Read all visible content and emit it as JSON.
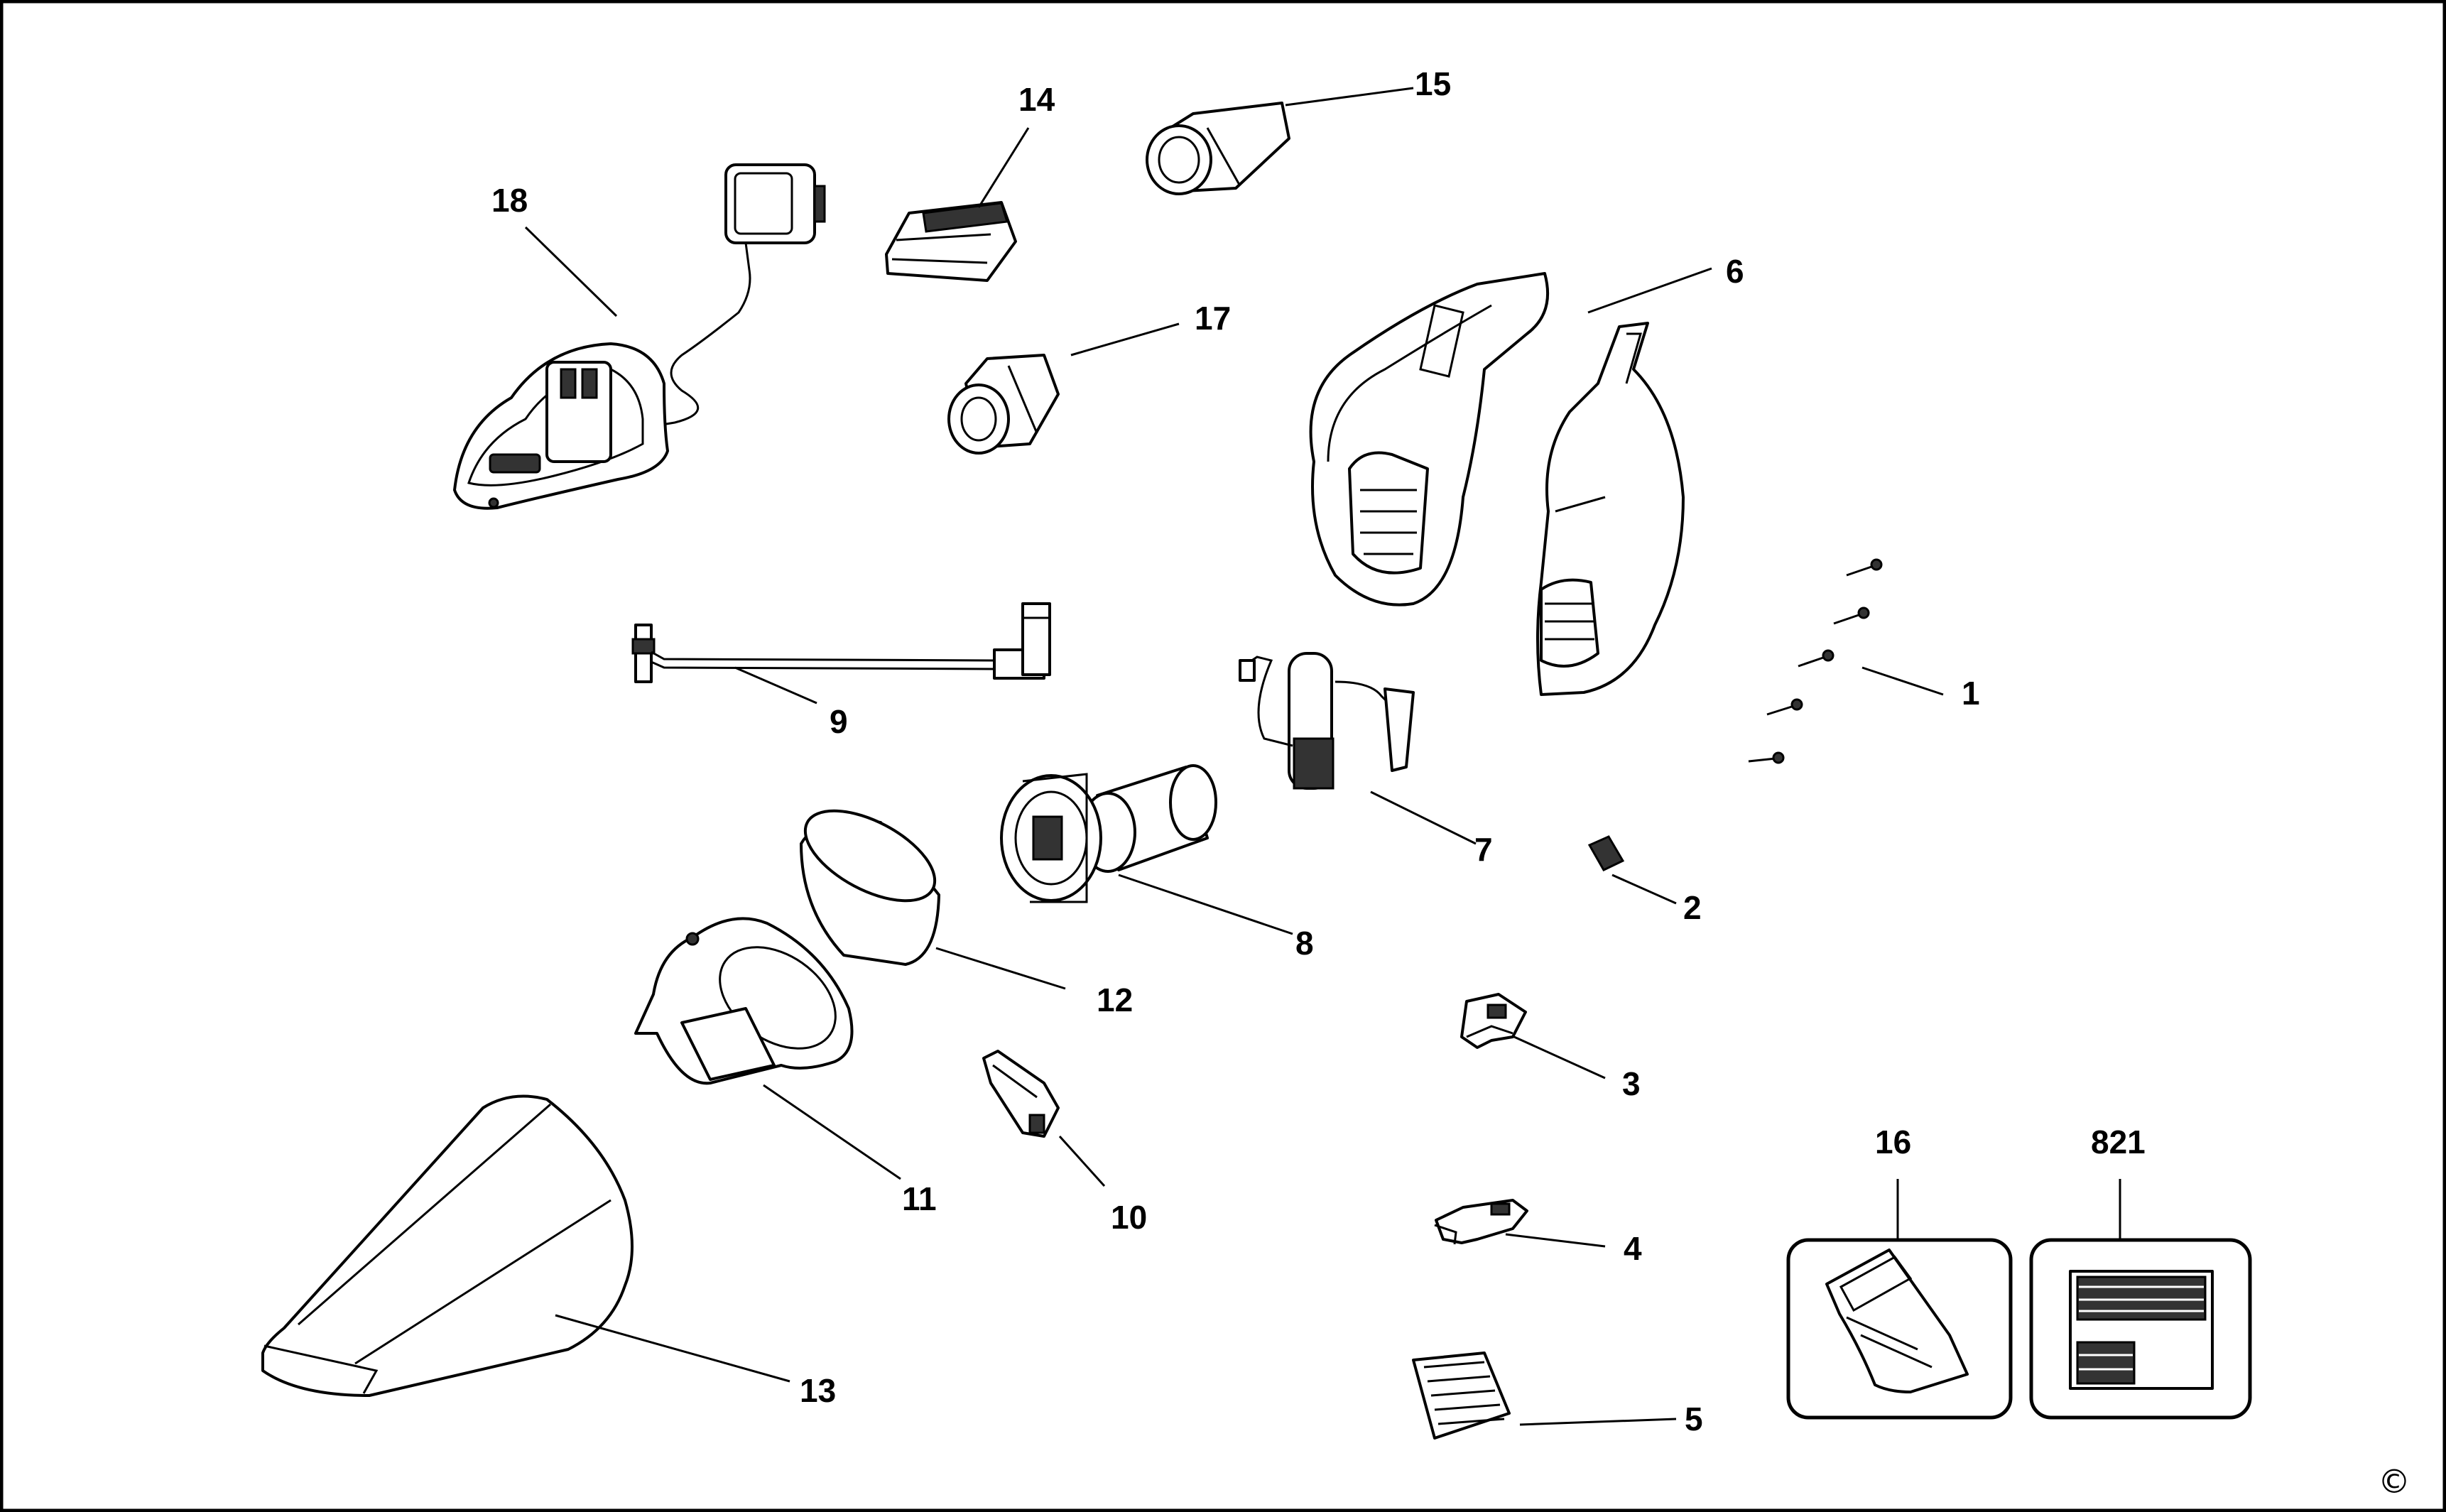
{
  "diagram": {
    "title": "Handheld vacuum exploded parts diagram",
    "copyright_symbol": "©",
    "parts": [
      {
        "id": "1",
        "label": "1"
      },
      {
        "id": "2",
        "label": "2"
      },
      {
        "id": "3",
        "label": "3"
      },
      {
        "id": "4",
        "label": "4"
      },
      {
        "id": "5",
        "label": "5"
      },
      {
        "id": "6",
        "label": "6"
      },
      {
        "id": "7",
        "label": "7"
      },
      {
        "id": "8",
        "label": "8"
      },
      {
        "id": "9",
        "label": "9"
      },
      {
        "id": "10",
        "label": "10"
      },
      {
        "id": "11",
        "label": "11"
      },
      {
        "id": "12",
        "label": "12"
      },
      {
        "id": "13",
        "label": "13"
      },
      {
        "id": "14",
        "label": "14"
      },
      {
        "id": "15",
        "label": "15"
      },
      {
        "id": "16",
        "label": "16"
      },
      {
        "id": "17",
        "label": "17"
      },
      {
        "id": "18",
        "label": "18"
      },
      {
        "id": "821",
        "label": "821"
      }
    ]
  }
}
